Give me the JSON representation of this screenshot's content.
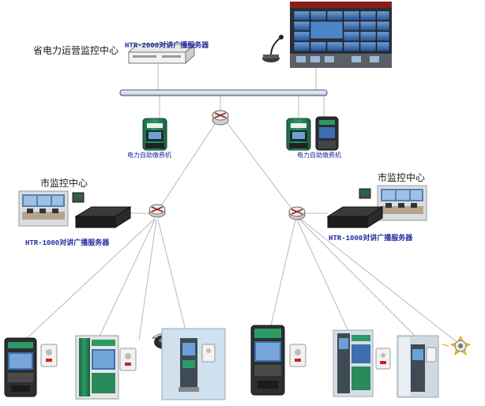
{
  "labels": {
    "province_center": "省电力运营监控中心",
    "province_server": "HTR-2000对讲广播服务器",
    "city_center_left": "市监控中心",
    "city_center_right": "市监控中心",
    "city_server_left": "HTR-1000对讲广播服务器",
    "city_server_right": "HTR-1000对讲广播服务器",
    "kiosk_group_left": "电力自助缴费机",
    "kiosk_group_right": "电力自助缴费机"
  },
  "colors": {
    "line": "#b8b8b8",
    "bus_fill": "#dfe7ef",
    "bus_stroke": "#3a4a6a",
    "kiosk_green": "#1f7a4e",
    "kiosk_dark": "#2b2f33",
    "screen_blue": "#3d6fb0",
    "label_blue": "#1f2b9c"
  },
  "icons": [
    "router-icon",
    "server-icon",
    "kiosk-icon",
    "video-wall-icon",
    "microphone-icon",
    "camera-icon",
    "speaker-icon",
    "intercom-icon",
    "control-room-icon"
  ]
}
